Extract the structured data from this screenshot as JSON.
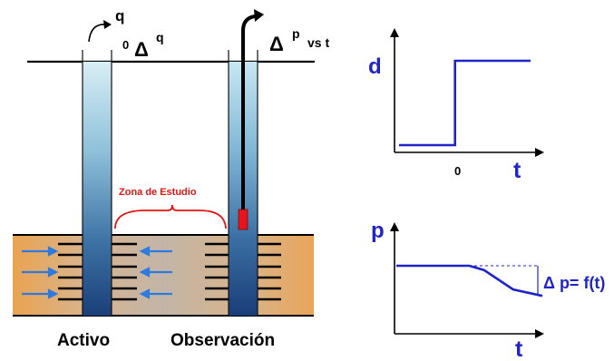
{
  "colors": {
    "blue": "#1f23c8",
    "red": "#e31414",
    "black": "#000000",
    "gauge_red": "#e8141c"
  },
  "well_diagram": {
    "flow_label_q": "q",
    "delta_label_prefix": "0",
    "delta_label": "Δ",
    "delta_label_sup": "q",
    "obs_delta": "Δ",
    "obs_sup": "p",
    "obs_suffix": "vs t",
    "zone_label": "Zona de Estudio",
    "active_label": "Activo",
    "observation_label": "Observación"
  },
  "chart_data": [
    {
      "type": "line",
      "ylabel": "d",
      "xlabel": "t",
      "x_tick_labels": [
        "0"
      ],
      "series": [
        {
          "points": [
            [
              -1,
              0
            ],
            [
              0,
              0
            ],
            [
              0,
              1
            ],
            [
              1.35,
              1
            ]
          ]
        }
      ],
      "grid": false
    },
    {
      "type": "line",
      "ylabel": "p",
      "xlabel": "t",
      "annotation": "Δ p= f(t)",
      "series": [
        {
          "points": [
            [
              0,
              1
            ],
            [
              1,
              1
            ],
            [
              1.2,
              0.94
            ],
            [
              1.6,
              0.67
            ],
            [
              2,
              0.58
            ]
          ]
        }
      ],
      "reference_line": "dashed",
      "grid": false
    }
  ]
}
